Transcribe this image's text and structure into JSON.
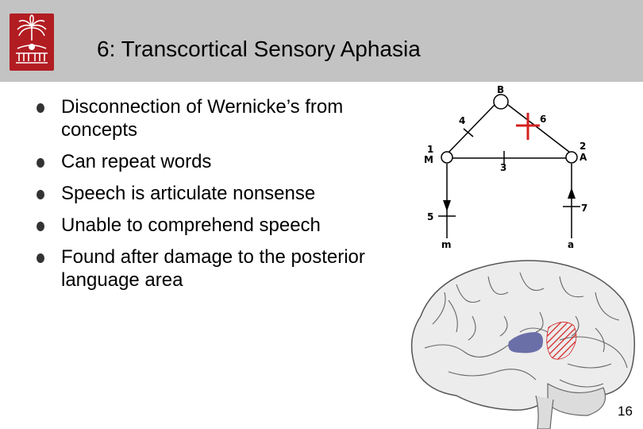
{
  "slide": {
    "title": "6: Transcortical Sensory Aphasia",
    "page_number": "16"
  },
  "bullets": [
    "Disconnection of Wernicke’s from concepts",
    "Can repeat words",
    "Speech is articulate nonsense",
    "Unable to comprehend speech",
    "Found after damage to the posterior language area"
  ],
  "diagram": {
    "node_b": "B",
    "node_m_number": "1",
    "node_m": "M",
    "node_a_number": "2",
    "node_a": "A",
    "path_3": "3",
    "path_4": "4",
    "path_5": "5",
    "path_6": "6",
    "path_7": "7",
    "output_m": "m",
    "input_a": "a",
    "lesion_color": "#d42020"
  },
  "colors": {
    "header_bg": "#c3c3c3",
    "logo_red": "#b21d22",
    "broca_blue": "#6a6fa8",
    "wernicke_red": "#d42020"
  }
}
